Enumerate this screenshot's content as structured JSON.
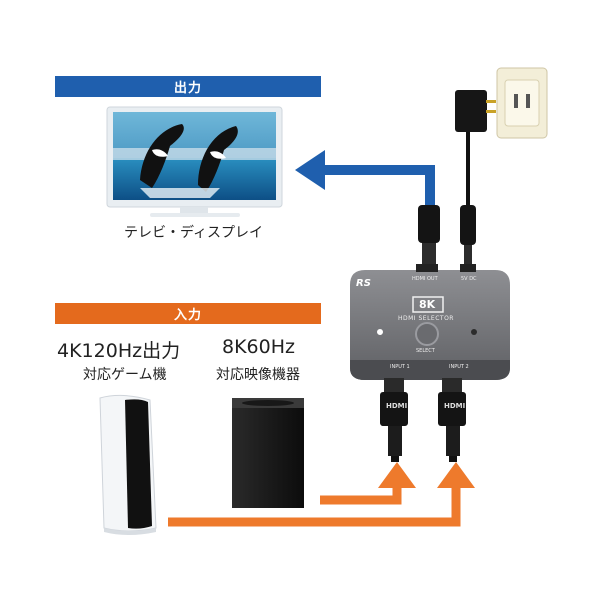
{
  "output_banner": "出力",
  "input_banner": "入力",
  "tv_caption": "テレビ・ディスプレイ",
  "source1": {
    "spec": "4K120Hz出力",
    "desc": "対応ゲーム機"
  },
  "source2": {
    "spec": "8K60Hz",
    "desc": "対応映像機器"
  },
  "device": {
    "brand_logo": "RS",
    "badge": "8K",
    "model": "HDMI SELECTOR",
    "button_label": "SELECT",
    "port_output": "HDMI OUT",
    "port_power": "5V DC",
    "input1": "INPUT 1",
    "input2": "INPUT 2",
    "connector_label": "HDMI"
  },
  "colors": {
    "output_arrow": "#1f5fae",
    "input_arrow": "#ee7a2c",
    "device_body": "#77787c"
  }
}
